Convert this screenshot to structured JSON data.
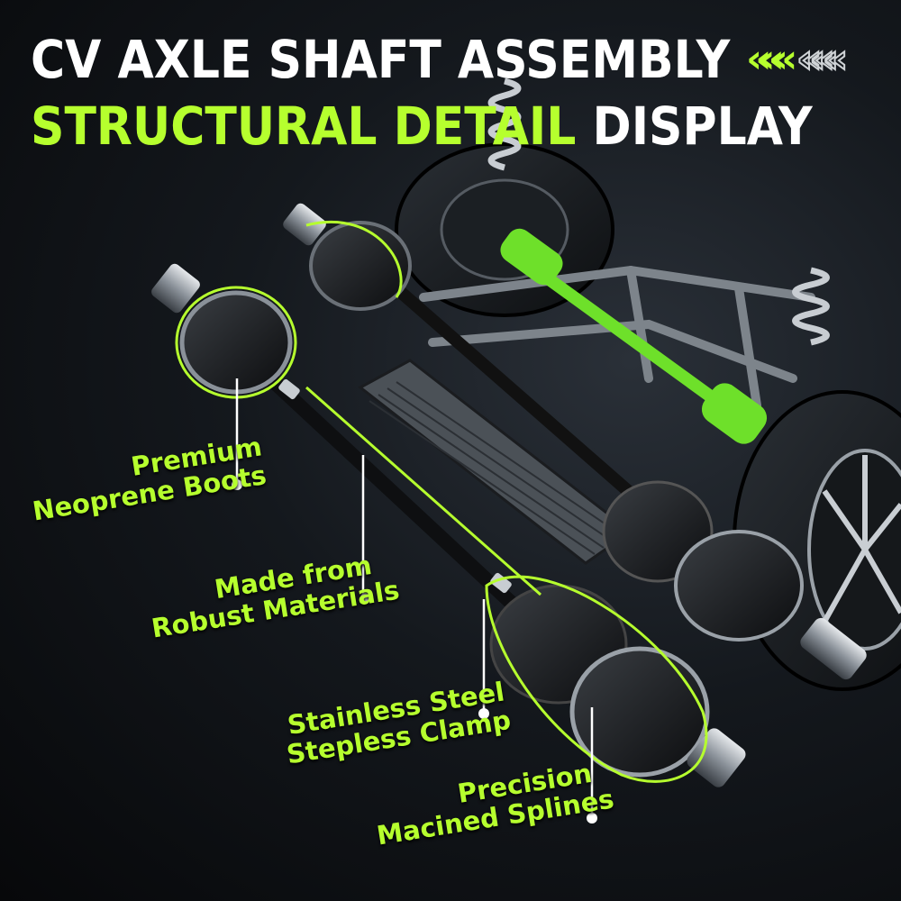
{
  "colors": {
    "accent": "#b6ff2e",
    "highlight_green": "#6ee02a",
    "background": "#0b0d10"
  },
  "headline": {
    "line1": "CV AXLE SHAFT ASSEMBLY",
    "line2_highlight": "STRUCTURAL DETAIL",
    "line2_rest": " DISPLAY"
  },
  "callouts": {
    "boots": [
      "Premium",
      "Neoprene Boots"
    ],
    "materials": [
      "Made from",
      "Robust Materials"
    ],
    "clamp": [
      "Stainless Steel",
      "Stepless Clamp"
    ],
    "splines": [
      "Precision",
      "Macined Splines"
    ]
  },
  "icons": {
    "decoration": "chevron-right-icon"
  }
}
